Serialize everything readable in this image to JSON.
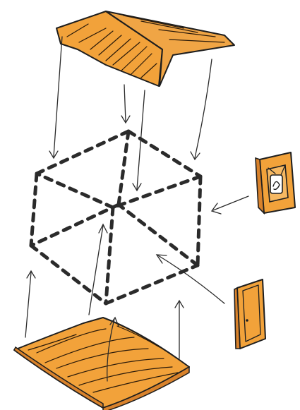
{
  "colors": {
    "wood_fill": "#f2a23a",
    "wood_shade": "#d9822b",
    "ink": "#1e1e1e",
    "paper": "#ffffff"
  },
  "parts": [
    {
      "name": "roof",
      "icon": "roof-icon"
    },
    {
      "name": "frame",
      "icon": "cube-frame-icon"
    },
    {
      "name": "window",
      "icon": "window-icon"
    },
    {
      "name": "door",
      "icon": "door-icon"
    },
    {
      "name": "floor",
      "icon": "floor-board-icon"
    }
  ]
}
